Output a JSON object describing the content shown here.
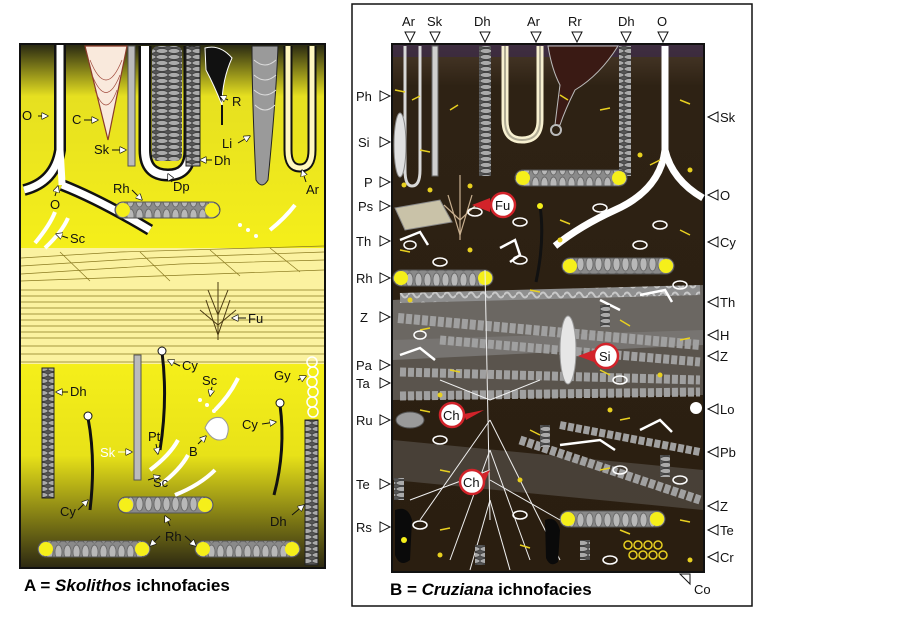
{
  "panel_a": {
    "caption_prefix": "A = ",
    "caption_name": "Skolithos",
    "caption_suffix": " ichnofacies",
    "labels": [
      "O",
      "C",
      "Sk",
      "R",
      "Li",
      "Dh",
      "Dp",
      "Rh",
      "Ar",
      "O",
      "Sc",
      "Fu",
      "Cy",
      "Dh",
      "Sc",
      "Gy",
      "Sk",
      "Pt",
      "Cy",
      "B",
      "Sc",
      "Cy",
      "Rh",
      "Dh"
    ]
  },
  "panel_b": {
    "caption_prefix": "B = ",
    "caption_name": "Cruziana",
    "caption_suffix": " ichnofacies",
    "top_labels": [
      "Ar",
      "Sk",
      "Dh",
      "Ar",
      "Rr",
      "Dh",
      "O"
    ],
    "left_labels": [
      "Ph",
      "Si",
      "P",
      "Ps",
      "Th",
      "Rh",
      "Z",
      "Pa",
      "Ta",
      "Ru",
      "Te",
      "Rs"
    ],
    "right_labels": [
      "Sk",
      "O",
      "Cy",
      "Th",
      "H",
      "Z",
      "Lo",
      "Pb",
      "Z",
      "Te",
      "Cr",
      "Co"
    ],
    "highlight_labels": [
      "Fu",
      "Si",
      "Ch",
      "Ch"
    ]
  },
  "colors": {
    "yellow": "#f5ef1a",
    "dark_brown": "#2e2214",
    "band_yellow": "#fbf2a0",
    "trace_gray": "#9a9a9a",
    "highlight_red": "#d2232a"
  }
}
